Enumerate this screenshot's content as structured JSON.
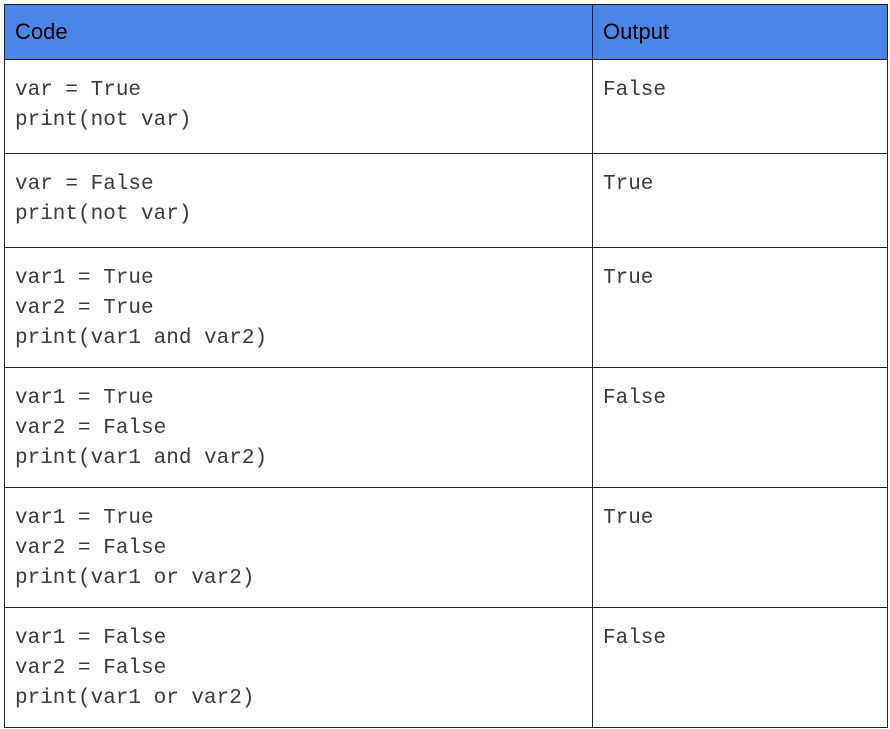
{
  "table": {
    "headers": {
      "code": "Code",
      "output": "Output"
    },
    "rows": [
      {
        "code": [
          "var = True",
          "print(not var)"
        ],
        "output": "False"
      },
      {
        "code": [
          "var = False",
          "print(not var)"
        ],
        "output": "True"
      },
      {
        "code": [
          "var1 = True",
          "var2 = True",
          "print(var1 and var2)"
        ],
        "output": "True"
      },
      {
        "code": [
          "var1 = True",
          "var2 = False",
          "print(var1 and var2)"
        ],
        "output": "False"
      },
      {
        "code": [
          "var1 = True",
          "var2 = False",
          "print(var1 or var2)"
        ],
        "output": "True"
      },
      {
        "code": [
          "var1 = False",
          "var2 = False",
          "print(var1 or var2)"
        ],
        "output": "False"
      }
    ]
  },
  "colors": {
    "header_background": "#4a86e8",
    "border": "#222222",
    "code_text": "#3a3a3a"
  }
}
